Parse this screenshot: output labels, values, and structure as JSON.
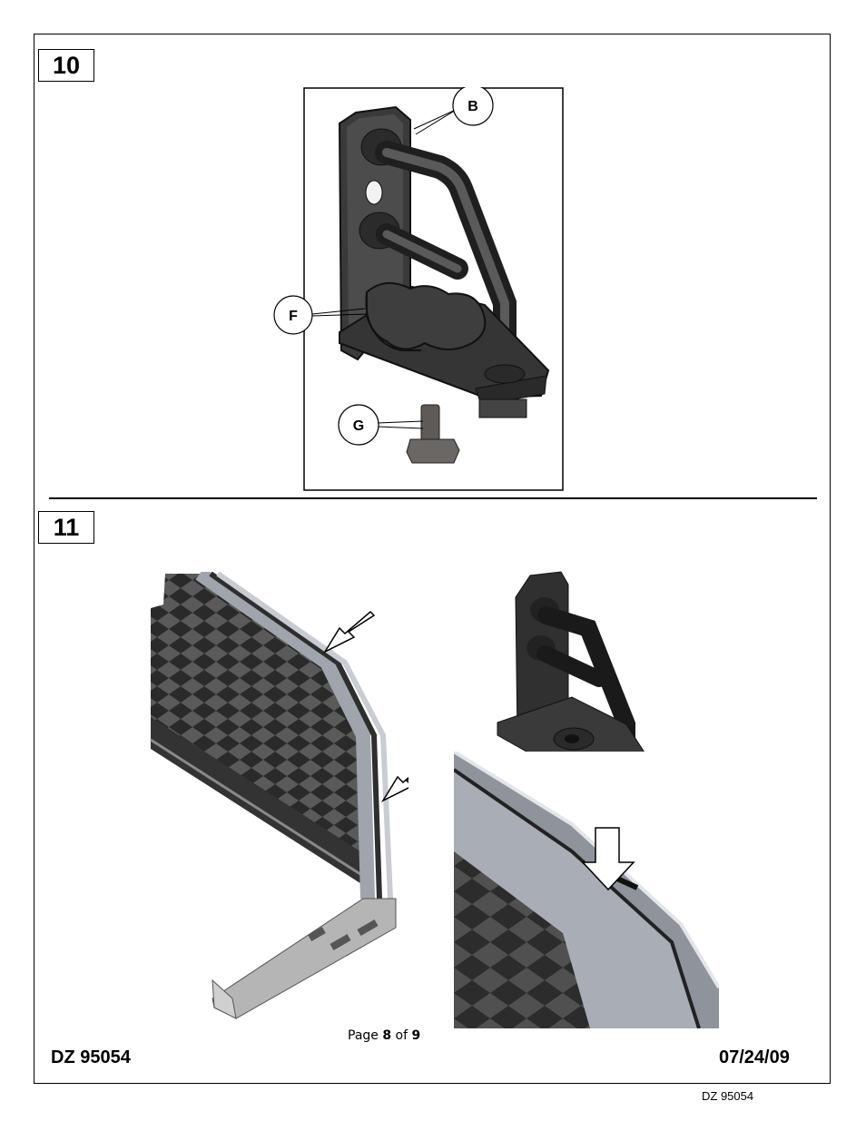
{
  "steps": [
    {
      "number": "10",
      "callouts": [
        "B",
        "F",
        "G"
      ]
    },
    {
      "number": "11"
    }
  ],
  "footer": {
    "page_prefix": "Page ",
    "page_current": "8",
    "page_of": " of ",
    "page_total": "9",
    "doc_id": "DZ 95054",
    "date": "07/24/09",
    "bottom_id": "DZ 95054"
  }
}
